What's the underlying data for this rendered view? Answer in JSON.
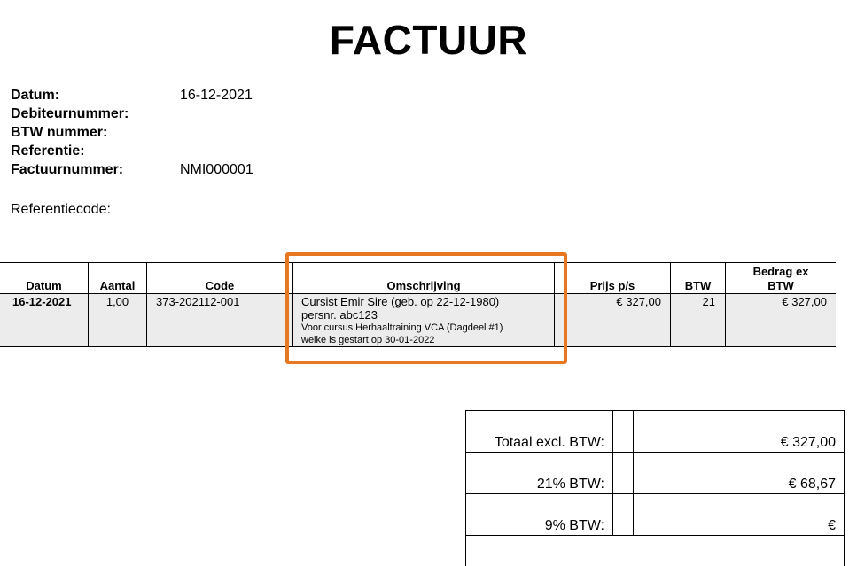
{
  "document": {
    "title": "FACTUUR"
  },
  "meta": {
    "datum_label": "Datum:",
    "datum_value": "16-12-2021",
    "debiteur_label": "Debiteurnummer:",
    "btw_label": "BTW nummer:",
    "referentie_label": "Referentie:",
    "factuur_label": "Factuurnummer:",
    "factuur_value": "NMI000001",
    "referentiecode_label": "Referentiecode:"
  },
  "table": {
    "headers": {
      "datum": "Datum",
      "aantal": "Aantal",
      "code": "Code",
      "omschrijving": "Omschrijving",
      "prijs": "Prijs p/s",
      "btw": "BTW",
      "bedrag_line1": "Bedrag ex",
      "bedrag_line2": "BTW"
    },
    "row": {
      "datum": "16-12-2021",
      "aantal": "1,00",
      "code": "373-202112-001",
      "omschrijving_1": "Cursist Emir Sire (geb. op 22-12-1980)",
      "omschrijving_2": "persnr. abc123",
      "omschrijving_3": "Voor cursus Herhaaltraining VCA (Dagdeel #1)",
      "omschrijving_4": "welke is gestart op 30-01-2022",
      "prijs": "€ 327,00",
      "btw": "21",
      "bedrag": "€ 327,00"
    }
  },
  "totals": {
    "excl_label": "Totaal excl. BTW:",
    "excl_value": "€ 327,00",
    "btw21_label": "21% BTW:",
    "btw21_value": "€ 68,67",
    "btw9_label": "9% BTW:",
    "btw9_value": "€"
  },
  "colors": {
    "highlight": "#e87722",
    "row_background": "#ececec"
  }
}
